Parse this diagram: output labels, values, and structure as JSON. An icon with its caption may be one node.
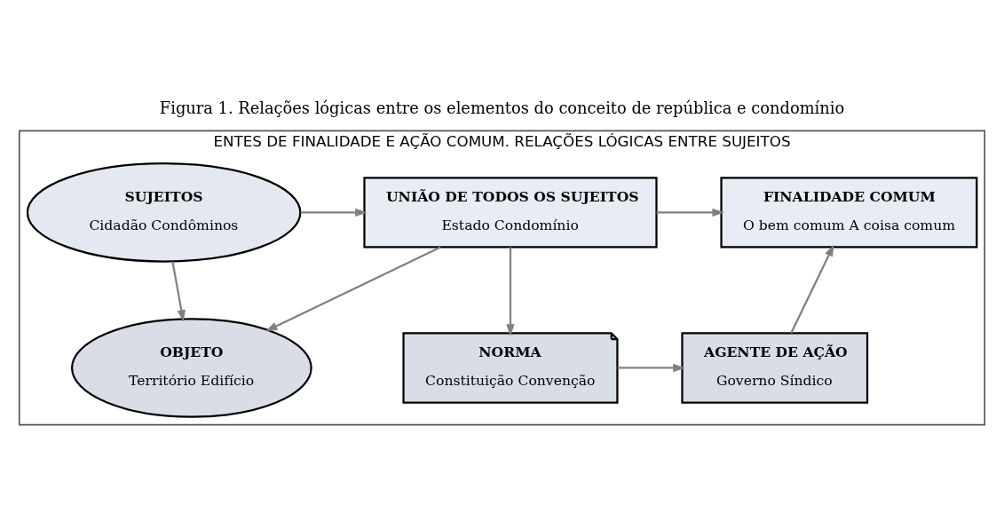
{
  "diagram": {
    "title": "Figura 1. Relações lógicas entre os elementos do conceito de república e condomínio",
    "nodes": [
      {
        "text": [
          "ENTES DE FINALIDADE E AÇÃO COMUM. RELAÇÕES LÓGICAS ENTRE SUJEITOS"
        ]
      },
      {
        "text": [
          "SUJEITOS",
          "Cidadão Condôminos"
        ],
        "in": 0
      },
      {
        "text": [
          "UNIÃO DE TODOS OS SUJEITOS",
          "Estado Condomínio"
        ],
        "in": 0
      },
      {
        "text": [
          "FINALIDADE COMUM",
          "O bem comum A coisa comum"
        ],
        "in": 0
      },
      {
        "text": [
          "OBJETO",
          "Território Edifício"
        ],
        "in": 0
      },
      {
        "text": [
          "NORMA",
          "Constituição Convenção"
        ],
        "in": 0
      },
      {
        "text": [
          "AGENTE DE AÇÃO",
          "Governo Síndico"
        ],
        "in": 0
      }
    ],
    "edges": [
      {
        "from": 1,
        "to": 2,
        "arrow": "to"
      },
      {
        "from": 2,
        "to": 3,
        "arrow": "to"
      },
      {
        "from": 1,
        "to": 4,
        "arrow": "to"
      },
      {
        "from": 2,
        "to": 4,
        "arrow": "to"
      },
      {
        "from": 2,
        "to": 5,
        "arrow": "to"
      },
      {
        "from": 5,
        "to": 6,
        "arrow": "to"
      },
      {
        "from": 6,
        "to": 3,
        "arrow": "to"
      }
    ]
  }
}
